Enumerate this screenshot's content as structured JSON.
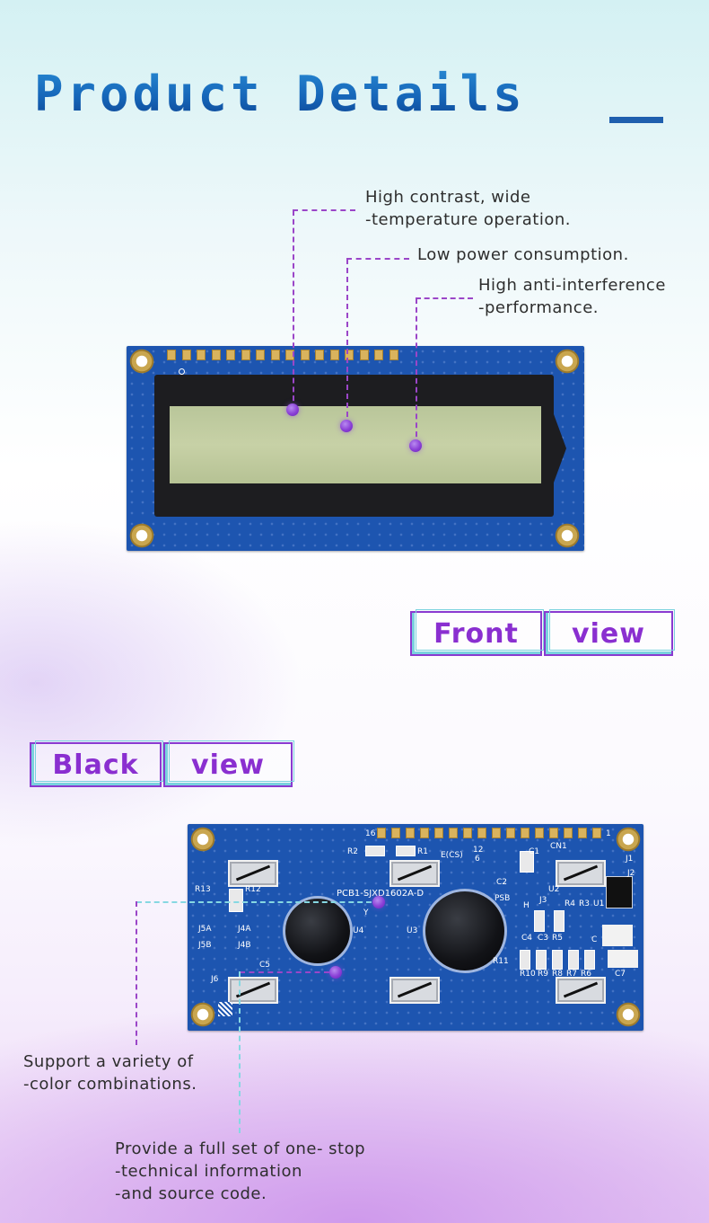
{
  "header": {
    "title": "Product Details"
  },
  "front_callouts": [
    {
      "lines": [
        "High contrast, wide",
        "-temperature operation."
      ]
    },
    {
      "lines": [
        "Low power consumption."
      ]
    },
    {
      "lines": [
        "High anti-interference",
        "-performance."
      ]
    }
  ],
  "front_label": {
    "word1": "Front",
    "word2": "view"
  },
  "back_label": {
    "word1": "Black",
    "word2": "view"
  },
  "back_callouts": [
    {
      "lines": [
        "Support a variety of",
        "-color combinations."
      ]
    },
    {
      "lines": [
        "Provide a full set of one- stop",
        "-technical information",
        "-and source code."
      ]
    }
  ],
  "board_front": {
    "pcb_color": "#1a4fa8",
    "lcd_color": "#c2cda0",
    "pin_count": 16
  },
  "board_back": {
    "silkscreen": {
      "model": "PCB1-SJXD1602A-D",
      "pin16": "16",
      "pin1": "1",
      "ecs": "E(CS)",
      "num12": "12",
      "num6": "6",
      "r2": "R2",
      "r1": "R1",
      "c1": "C1",
      "cn1": "CN1",
      "j1": "J1",
      "j2": "J2",
      "c2": "C2",
      "u2": "U2",
      "u1": "U1",
      "r13": "R13",
      "r12": "R12",
      "j5a": "J5A",
      "j4a": "J4A",
      "j5b": "J5B",
      "j4b": "J4B",
      "c5": "C5",
      "u4": "U4",
      "u3": "U3",
      "psb": "PSB",
      "h": "H",
      "j3": "J3",
      "r4": "R4",
      "r3": "R3",
      "c4": "C4",
      "c3": "C3",
      "r5": "R5",
      "r11": "R11",
      "r10": "R10",
      "r9": "R9",
      "r8": "R8",
      "r7": "R7",
      "r6": "R6",
      "c7": "C7",
      "c": "C",
      "j6": "J6",
      "y": "Y"
    }
  },
  "colors": {
    "accent_purple": "#8a2fd0",
    "accent_cyan": "#7ad2de",
    "title_blue": "#1565b8"
  }
}
